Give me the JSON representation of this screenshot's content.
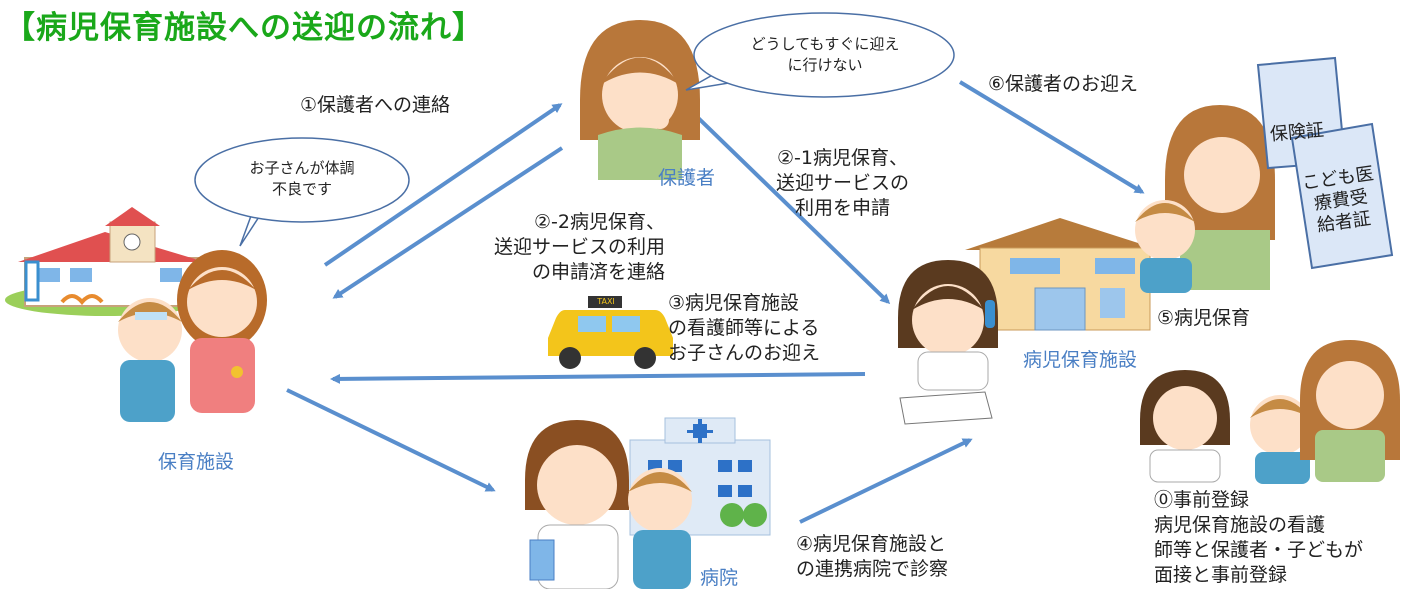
{
  "title": "【病児保育施設への送迎の流れ】",
  "places": {
    "nursery": "保育施設",
    "parent": "保護者",
    "sick_facility": "病児保育施設",
    "hospital": "病院"
  },
  "bubbles": {
    "nursery": [
      "お子さんが体調",
      "不良です"
    ],
    "parent": [
      "どうしてもすぐに迎え",
      "に行けない"
    ]
  },
  "steps": {
    "s1": "①保護者への連絡",
    "s2_1": [
      "②-1病児保育、",
      "送迎サービスの",
      "利用を申請"
    ],
    "s2_2": [
      "②-2病児保育、",
      "送迎サービスの利用",
      "の申請済を連絡"
    ],
    "s3": [
      "③病児保育施設",
      "の看護師等による",
      "お子さんのお迎え"
    ],
    "s4": [
      "④病児保育施設と",
      "の連携病院で診察"
    ],
    "s5": "⑤病児保育",
    "s6": "⑥保護者のお迎え",
    "s0": [
      "⓪事前登録",
      "病児保育施設の看護",
      "師等と保護者・子どもが",
      "面接と事前登録"
    ]
  },
  "documents": {
    "insurance": "保険証",
    "medical": [
      "こども医",
      "療費受",
      "給者証"
    ]
  },
  "taxi_sign": "TAXI",
  "colors": {
    "title": "#1aa81a",
    "arrow": "#5a8fce",
    "label": "#4a7fc4",
    "bubble_border": "#4a6fa5",
    "doc_fill": "#dbe7f7"
  }
}
